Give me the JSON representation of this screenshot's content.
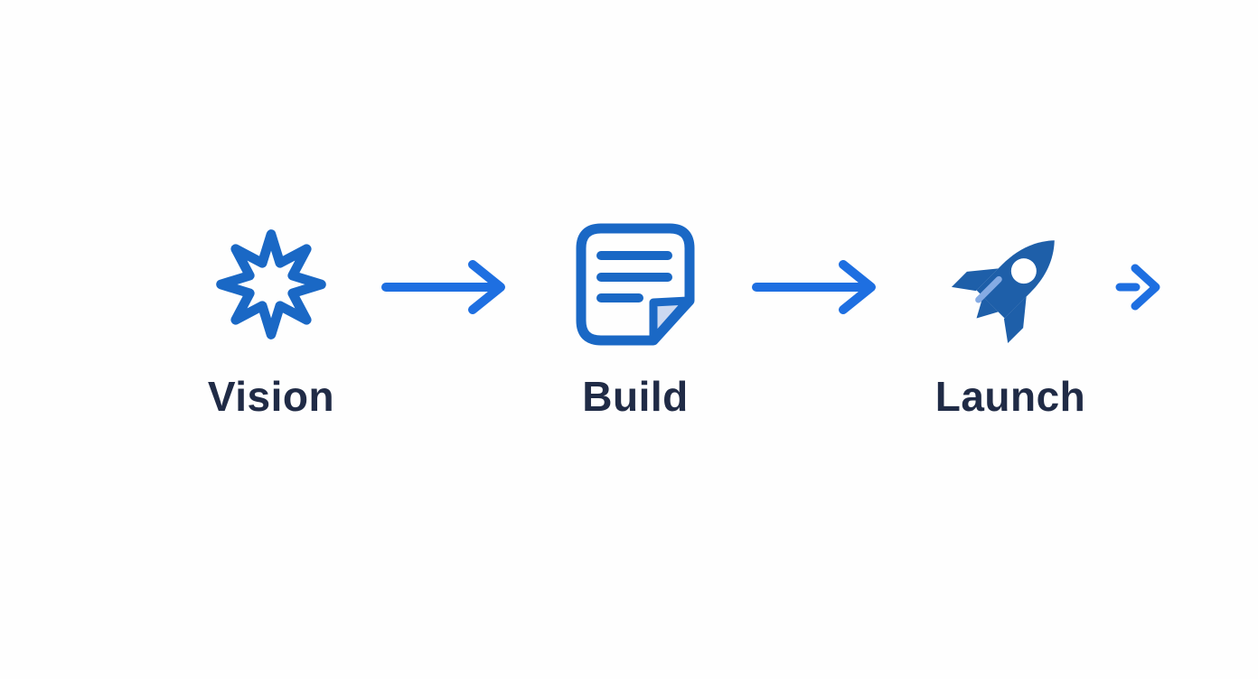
{
  "diagram": {
    "stages": [
      {
        "label": "Vision",
        "icon": "starburst-icon"
      },
      {
        "label": "Build",
        "icon": "document-icon"
      },
      {
        "label": "Launch",
        "icon": "rocket-icon"
      }
    ],
    "connectors": [
      {
        "icon": "arrow-right-icon"
      },
      {
        "icon": "arrow-right-icon"
      }
    ],
    "trailing": {
      "icon": "arrow-right-short-icon"
    }
  },
  "colors": {
    "background": "#fefefe",
    "arrow-blue": "#1e6fe1",
    "icon-blue": "#1a68c5",
    "rocket-blue": "#1e5fa9",
    "fold-fill": "#ccd9f1",
    "stripe-blue": "#85abe4",
    "label-color": "#202b46"
  }
}
